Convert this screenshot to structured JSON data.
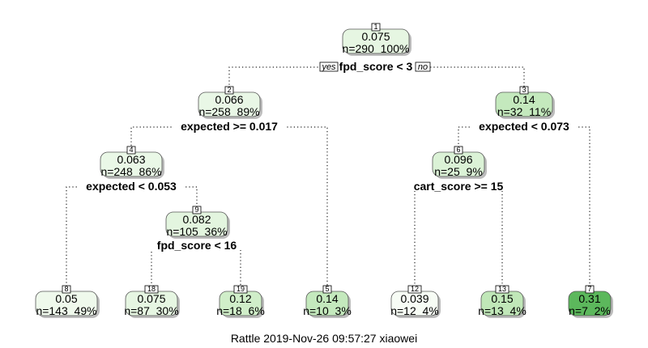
{
  "tree": {
    "nodes": [
      {
        "id": "1",
        "value": "0.075",
        "n": "n=290  100%",
        "fill": "#e6f6e2"
      },
      {
        "id": "2",
        "value": "0.066",
        "n": "n=258  89%",
        "fill": "#e9f7e6"
      },
      {
        "id": "3",
        "value": "0.14",
        "n": "n=32  11%",
        "fill": "#c4e9bd"
      },
      {
        "id": "4",
        "value": "0.063",
        "n": "n=248  86%",
        "fill": "#eaf8e7"
      },
      {
        "id": "6",
        "value": "0.096",
        "n": "n=25  9%",
        "fill": "#dbf2d6"
      },
      {
        "id": "9",
        "value": "0.082",
        "n": "n=105  36%",
        "fill": "#e3f5df"
      },
      {
        "id": "8",
        "value": "0.05",
        "n": "n=143  49%",
        "fill": "#eff9ec"
      },
      {
        "id": "18",
        "value": "0.075",
        "n": "n=87  30%",
        "fill": "#e6f6e2"
      },
      {
        "id": "19",
        "value": "0.12",
        "n": "n=18  6%",
        "fill": "#d0eec9"
      },
      {
        "id": "5",
        "value": "0.14",
        "n": "n=10  3%",
        "fill": "#c4e9bd"
      },
      {
        "id": "12",
        "value": "0.039",
        "n": "n=12  4%",
        "fill": "#f7fcf5"
      },
      {
        "id": "13",
        "value": "0.15",
        "n": "n=13  4%",
        "fill": "#c0e7b8"
      },
      {
        "id": "7",
        "value": "0.31",
        "n": "n=7  2%",
        "fill": "#5cb85c"
      }
    ],
    "splits": [
      {
        "node": "1",
        "text": "fpd_score < 3"
      },
      {
        "node": "2",
        "text": "expected >= 0.017"
      },
      {
        "node": "3",
        "text": "expected < 0.073"
      },
      {
        "node": "4",
        "text": "expected < 0.053"
      },
      {
        "node": "6",
        "text": "cart_score >= 15"
      },
      {
        "node": "9",
        "text": "fpd_score < 16"
      }
    ],
    "branch_labels": {
      "yes": "yes",
      "no": "no"
    }
  },
  "footer": "Rattle 2019-Nov-26 09:57:27 xiaowei"
}
